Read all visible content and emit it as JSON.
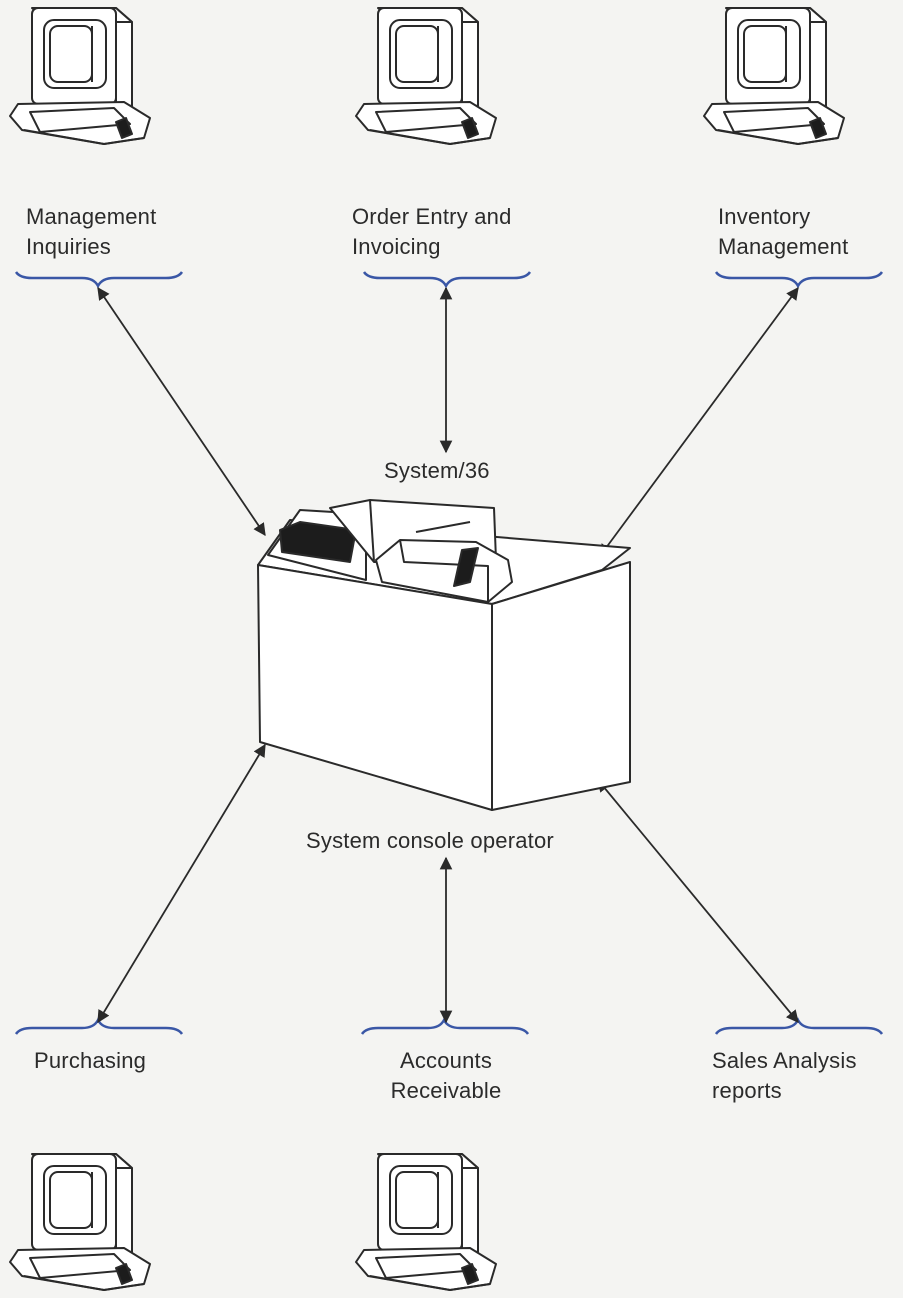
{
  "labels": {
    "management_inquiries": "Management\nInquiries",
    "order_entry": "Order Entry and\nInvoicing",
    "inventory_management": "Inventory\nManagement",
    "system36": "System/36",
    "console_operator": "System console operator",
    "purchasing": "Purchasing",
    "accounts_receivable": "Accounts\nReceivable",
    "sales_analysis": "Sales Analysis\nreports"
  },
  "icons": [
    "terminal-icon",
    "system36-computer-icon"
  ],
  "colors": {
    "brace": "#3a57a6",
    "line": "#2a2a2a",
    "background": "#f4f4f2"
  }
}
